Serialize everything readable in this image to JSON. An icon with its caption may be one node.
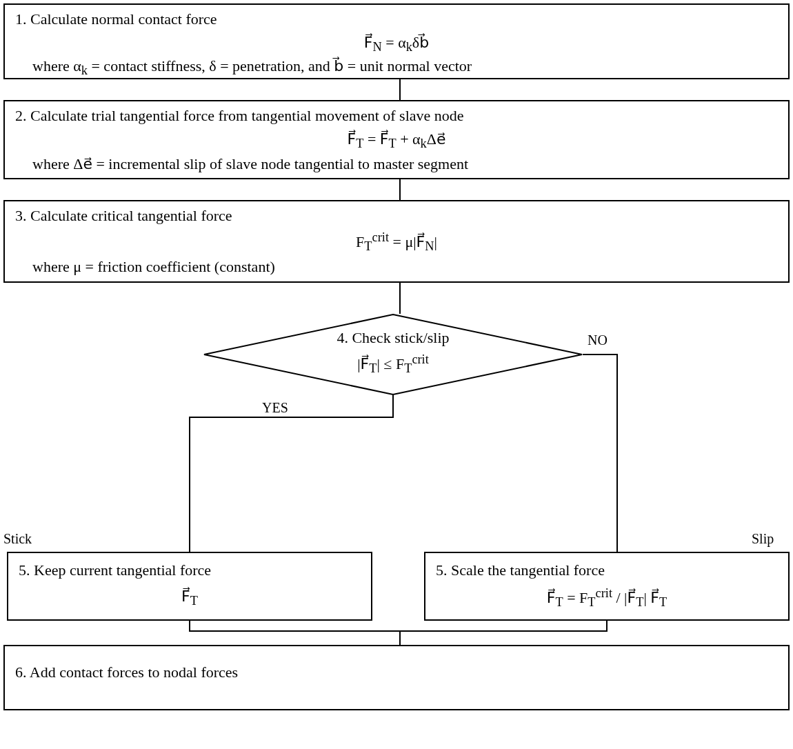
{
  "diagram": {
    "nodes": [
      {
        "text": [
          "1. Calculate normal contact force",
          "F⃗$_{N}$ = α$_{k}$δb⃗",
          "where α$_{k}$ = contact stiffness, δ = penetration, and b⃗ = unit normal vector"
        ]
      },
      {
        "text": [
          "2. Calculate trial tangential force from tangential movement of slave node",
          "F⃗$_{T}$ = F⃗$_{T}$ + α$_{k}$Δe⃗",
          "where Δe⃗ = incremental slip of slave node tangential to master segment"
        ]
      },
      {
        "text": [
          "3. Calculate critical tangential force",
          "F$_{T}$$^{crit}$ = μ|F⃗$_{N}$|",
          "where μ = friction coefficient (constant)"
        ]
      },
      {
        "text": [
          "4. Check stick/slip",
          "|F⃗$_{T}$| ≤ F$_{T}$$^{crit}$"
        ]
      },
      {
        "text": [
          "5. Keep current tangential force",
          "F⃗$_{T}$"
        ],
        "beside": [
          "Stick"
        ]
      },
      {
        "text": [
          "5. Scale the tangential force",
          "F⃗$_{T}$ = F$_{T}$$^{crit}$ / |F⃗$_{T}$| F⃗$_{T}$"
        ],
        "beside": [
          "Slip"
        ]
      },
      {
        "text": [
          "6. Add contact forces to nodal forces"
        ]
      }
    ],
    "edges": [
      {
        "from": 0,
        "to": 1,
        "arrow": "none"
      },
      {
        "from": 1,
        "to": 2,
        "arrow": "none"
      },
      {
        "from": 2,
        "to": 3,
        "arrow": "none"
      },
      {
        "from": 3,
        "to": 4,
        "arrow": "none",
        "label": "YES"
      },
      {
        "from": 3,
        "to": 5,
        "arrow": "none",
        "label": "NO"
      },
      {
        "from": 4,
        "to": 6,
        "arrow": "none"
      },
      {
        "from": 5,
        "to": 6,
        "arrow": "none"
      }
    ]
  }
}
